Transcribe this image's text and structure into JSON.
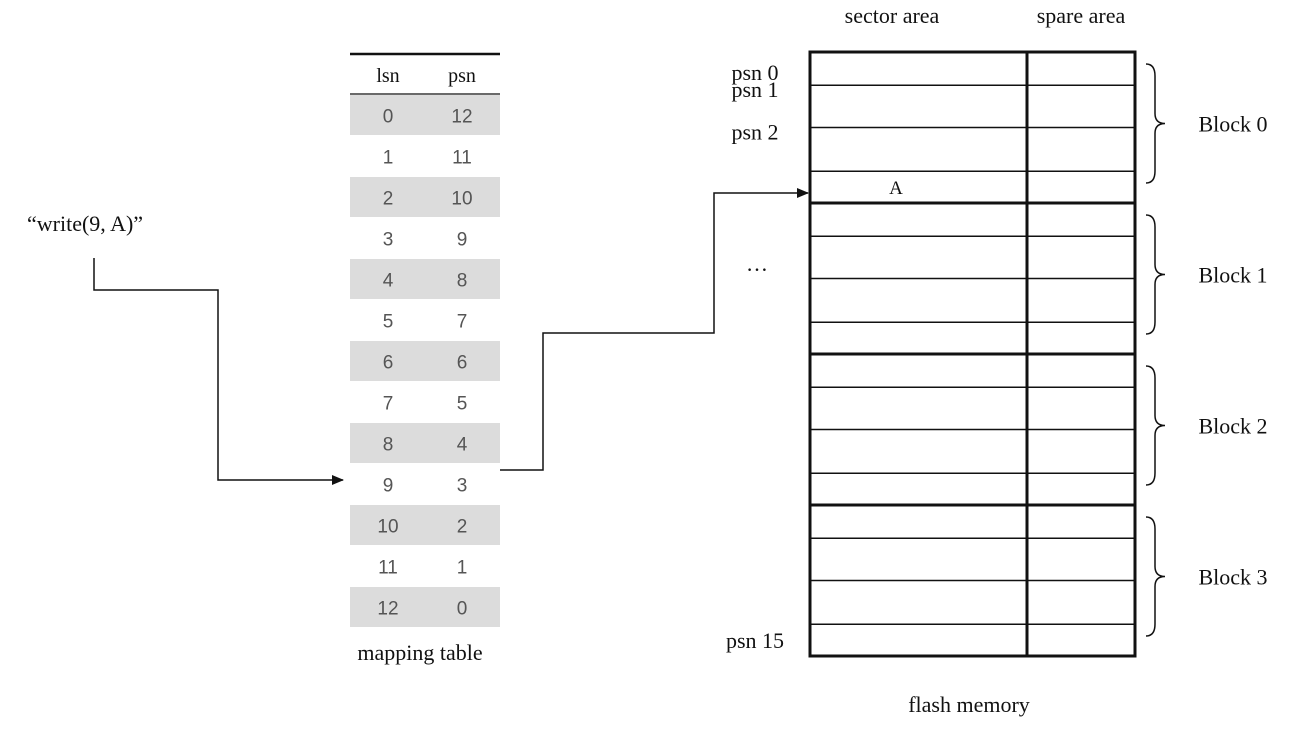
{
  "command": "“write(9, A)”",
  "mapping_table": {
    "headers": [
      "lsn",
      "psn"
    ],
    "rows": [
      {
        "lsn": "0",
        "psn": "12",
        "shaded": true
      },
      {
        "lsn": "1",
        "psn": "11",
        "shaded": false
      },
      {
        "lsn": "2",
        "psn": "10",
        "shaded": true
      },
      {
        "lsn": "3",
        "psn": "9",
        "shaded": false
      },
      {
        "lsn": "4",
        "psn": "8",
        "shaded": true
      },
      {
        "lsn": "5",
        "psn": "7",
        "shaded": false
      },
      {
        "lsn": "6",
        "psn": "6",
        "shaded": true
      },
      {
        "lsn": "7",
        "psn": "5",
        "shaded": false
      },
      {
        "lsn": "8",
        "psn": "4",
        "shaded": true
      },
      {
        "lsn": "9",
        "psn": "3",
        "shaded": false
      },
      {
        "lsn": "10",
        "psn": "2",
        "shaded": true
      },
      {
        "lsn": "11",
        "psn": "1",
        "shaded": false
      },
      {
        "lsn": "12",
        "psn": "0",
        "shaded": true
      }
    ],
    "caption": "mapping table",
    "shade_color": "#dcdcdc"
  },
  "flash_memory": {
    "columns": [
      "sector area",
      "spare area"
    ],
    "blocks": [
      "Block 0",
      "Block 1",
      "Block 2",
      "Block 3"
    ],
    "pages_per_block": 4,
    "psn_labels": [
      {
        "psn": 0,
        "text": "psn 0"
      },
      {
        "psn": 1,
        "text": "psn 1"
      },
      {
        "psn": 2,
        "text": "psn 2"
      },
      {
        "psn": 15,
        "text": "psn 15"
      }
    ],
    "ellipsis": "…",
    "written": {
      "psn": 3,
      "data": "A"
    },
    "caption": "flash memory"
  }
}
